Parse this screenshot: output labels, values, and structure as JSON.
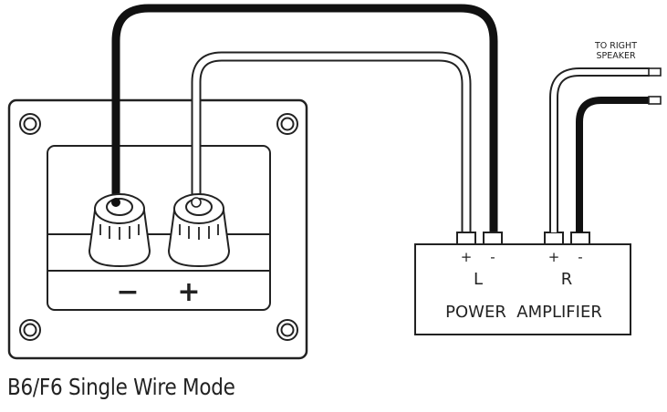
{
  "caption": "B6/F6 Single Wire Mode",
  "terminal_plate": {
    "negative_symbol": "−",
    "positive_symbol": "+"
  },
  "amplifier": {
    "title": "POWER  AMPLIFIER",
    "left_channel": {
      "label": "L",
      "positive": "+",
      "negative": "-"
    },
    "right_channel": {
      "label": "R",
      "positive": "+",
      "negative": "-"
    }
  },
  "right_speaker_note": {
    "line1": "TO RIGHT",
    "line2": "SPEAKER"
  },
  "colors": {
    "line": "#222222",
    "wire_black": "#111111",
    "wire_white": "#ffffff",
    "background": "#ffffff"
  }
}
